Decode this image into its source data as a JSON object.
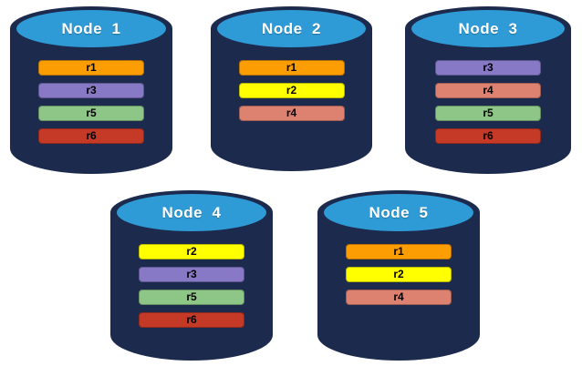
{
  "diagram": {
    "title": "database-nodes-replica-placement",
    "background_color": "#ffffff",
    "node_body_color": "#1C2A4E",
    "node_top_color": "#2F9BD6",
    "label_text_color": "#ffffff",
    "bar_text_color": "#000000",
    "replica_colors": {
      "r1": "#FC9D03",
      "r2": "#FFFF00",
      "r3": "#8779C6",
      "r4": "#DD8171",
      "r5": "#8EC687",
      "r6": "#C53A26"
    },
    "nodes": [
      {
        "label": "Node  1",
        "replicas": [
          "r1",
          "r3",
          "r5",
          "r6"
        ]
      },
      {
        "label": "Node  2",
        "replicas": [
          "r1",
          "r2",
          "r4"
        ]
      },
      {
        "label": "Node  3",
        "replicas": [
          "r3",
          "r4",
          "r5",
          "r6"
        ]
      },
      {
        "label": "Node  4",
        "replicas": [
          "r2",
          "r3",
          "r5",
          "r6"
        ]
      },
      {
        "label": "Node  5",
        "replicas": [
          "r1",
          "r2",
          "r4"
        ]
      }
    ]
  }
}
